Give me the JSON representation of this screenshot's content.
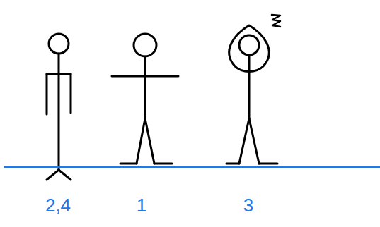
{
  "diagram": {
    "labels": [
      "2,4",
      "1",
      "3"
    ]
  }
}
